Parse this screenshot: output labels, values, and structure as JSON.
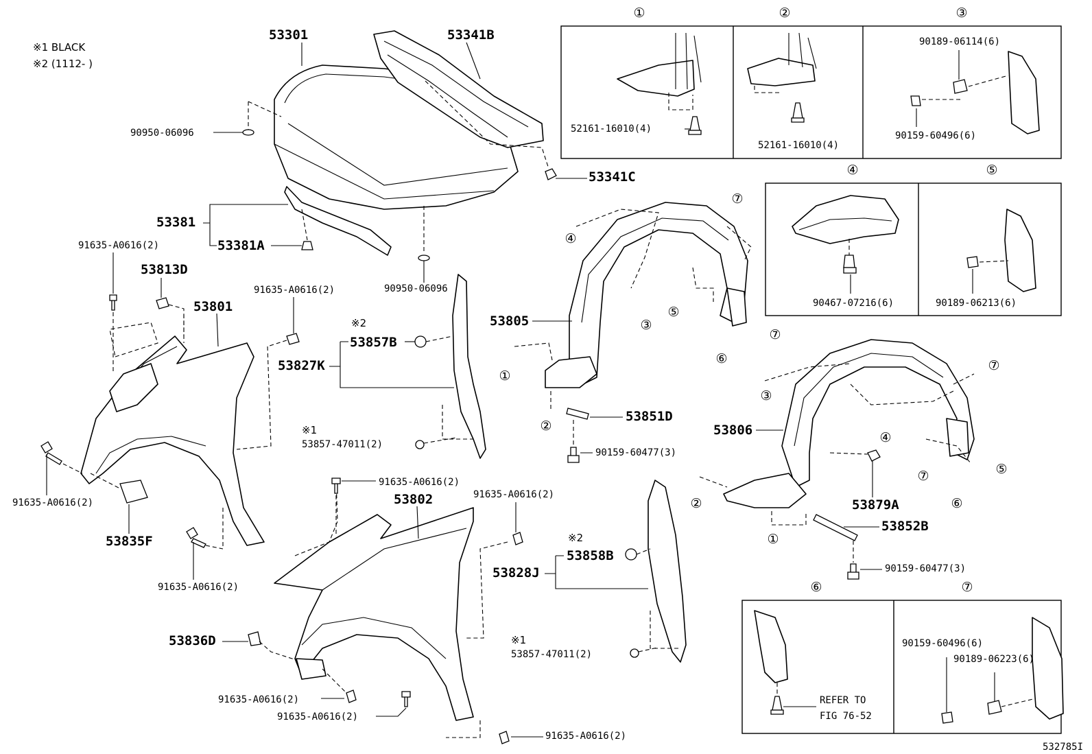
{
  "notes": [
    "※1  BLACK",
    "※2 (1112-        )"
  ],
  "labels": {
    "hood": "53301",
    "hood_seal": "53341B",
    "hood_plug_top": "90950-06096",
    "hood_plug_bottom": "90950-06096",
    "hood_stopper": "53341C",
    "seal_assy": "53381",
    "seal_clip": "53381A",
    "bolt_a": "91635-A0616(2)",
    "cushion": "53813D",
    "fender_lh": "53801",
    "bolt_b": "91635-A0616(2)",
    "mark2_a": "※2",
    "seal_clip_b": "53857B",
    "fender_seal_k": "53827K",
    "mark1_a": "※1",
    "seal_clip_1": "53857-47011(2)",
    "bolt_c": "91635-A0616(2)",
    "bracket_f": "53835F",
    "bolt_d": "91635-A0616(2)",
    "bolt_e": "91635-A0616(2)",
    "fender_rh": "53802",
    "bolt_f": "91635-A0616(2)",
    "mark2_b": "※2",
    "seal_clip_b2": "53858B",
    "fender_seal_j": "53828J",
    "mark1_b": "※1",
    "seal_clip_2": "53857-47011(2)",
    "bracket_d": "53836D",
    "bolt_g": "91635-A0616(2)",
    "bolt_h": "91635-A0616(2)",
    "bolt_i": "91635-A0616(2)",
    "liner_lh": "53805",
    "liner_rh": "53806",
    "spat_d": "53851D",
    "screw_a": "90159-60477(3)",
    "clip_a": "53879A",
    "spat_b": "53852B",
    "screw_b": "90159-60477(3)",
    "diagram_id": "532785I"
  },
  "insets": [
    {
      "mark": "①",
      "parts": [
        "52161-16010(4)"
      ]
    },
    {
      "mark": "②",
      "parts": [
        "52161-16010(4)"
      ]
    },
    {
      "mark": "③",
      "parts": [
        "90189-06114(6)",
        "90159-60496(6)"
      ]
    },
    {
      "mark": "④",
      "parts": [
        "90467-07216(6)"
      ]
    },
    {
      "mark": "⑤",
      "parts": [
        "90189-06213(6)"
      ]
    },
    {
      "mark": "⑥",
      "parts": [
        "REFER TO",
        "FIG 76-52"
      ]
    },
    {
      "mark": "⑦",
      "parts": [
        "90159-60496(6)",
        "90189-06223(6)"
      ]
    }
  ],
  "callouts": {
    "lh_4": "④",
    "lh_7a": "⑦",
    "lh_3": "③",
    "lh_5": "⑤",
    "lh_7b": "⑦",
    "lh_6": "⑥",
    "lh_1": "①",
    "lh_2": "②",
    "rh_3": "③",
    "rh_7a": "⑦",
    "rh_4": "④",
    "rh_7b": "⑦",
    "rh_5": "⑤",
    "rh_6": "⑥",
    "rh_2": "②",
    "rh_1": "①"
  }
}
